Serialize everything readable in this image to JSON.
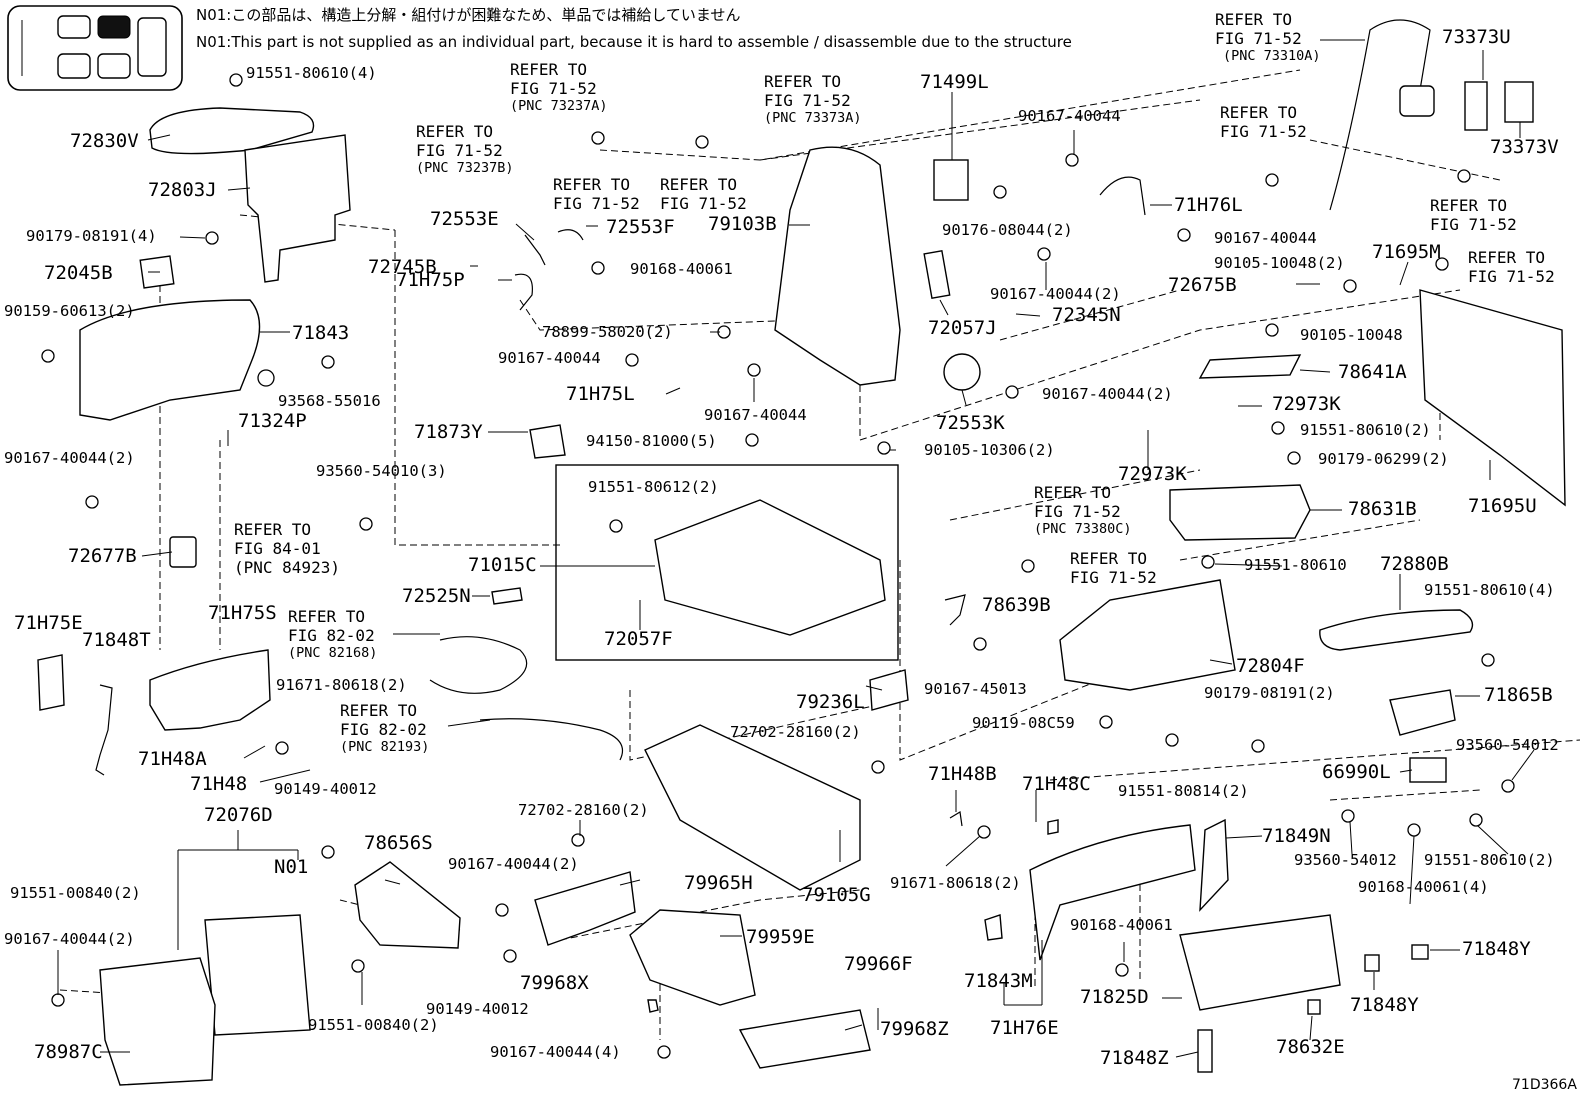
{
  "header": {
    "note_jp": "N01:この部品は、構造上分解・組付けが困難なため、単品では補給していません",
    "note_en": "N01:This part is not supplied as an individual part, because it is hard to assemble / disassemble due to the structure"
  },
  "footer": {
    "figure_code": "71D366A"
  },
  "refs": {
    "r1": [
      "REFER TO",
      "FIG 71-52",
      "(PNC 73310A)"
    ],
    "r2": [
      "REFER TO",
      "FIG 71-52",
      "(PNC 73237A)"
    ],
    "r3": [
      "REFER TO",
      "FIG 71-52",
      "(PNC 73373A)"
    ],
    "r4": [
      "REFER TO",
      "FIG 71-52",
      "(PNC 73237B)"
    ],
    "r5": [
      "REFER TO",
      "FIG 71-52"
    ],
    "r6": [
      "REFER TO",
      "FIG 71-52"
    ],
    "r7": [
      "REFER TO",
      "FIG 71-52"
    ],
    "r8": [
      "REFER TO",
      "FIG 71-52"
    ],
    "r9": [
      "REFER TO",
      "FIG 71-52"
    ],
    "r10": [
      "REFER TO",
      "FIG 84-01",
      "(PNC 84923)"
    ],
    "r11": [
      "REFER TO",
      "FIG 71-52",
      "(PNC 73380C)"
    ],
    "r12": [
      "REFER TO",
      "FIG 71-52"
    ],
    "r13": [
      "REFER TO",
      "FIG 82-02",
      "(PNC 82168)"
    ],
    "r14": [
      "REFER TO",
      "FIG 82-02",
      "(PNC 82193)"
    ]
  },
  "parts": {
    "p91551_80610_4a": "91551-80610(4)",
    "p72830V": "72830V",
    "p72803J": "72803J",
    "p90179_08191_4": "90179-08191(4)",
    "p72045B": "72045B",
    "p90159_60613_2": "90159-60613(2)",
    "p71843": "71843",
    "p93568_55016": "93568-55016",
    "p71324P": "71324P",
    "p90167_40044_2a": "90167-40044(2)",
    "p93560_54010_3": "93560-54010(3)",
    "p72677B": "72677B",
    "p71H75E": "71H75E",
    "p71848T": "71848T",
    "p71H75S": "71H75S",
    "p91671_80618_2a": "91671-80618(2)",
    "p71H48A": "71H48A",
    "p71H48": "71H48",
    "p90149_40012a": "90149-40012",
    "p72076D": "72076D",
    "pN01": "N01",
    "p91551_00840_2a": "91551-00840(2)",
    "p90167_40044_2b": "90167-40044(2)",
    "p78987C": "78987C",
    "p91551_00840_2b": "91551-00840(2)",
    "p78656S": "78656S",
    "p90167_40044_2c": "90167-40044(2)",
    "p90149_40012b": "90149-40012",
    "p79968X": "79968X",
    "p79965H": "79965H",
    "p79959E": "79959E",
    "p90167_40044_4": "90167-40044(4)",
    "p79966F": "79966F",
    "p79968Z": "79968Z",
    "p79105G": "79105G",
    "p72702_28160_2a": "72702-28160(2)",
    "p72702_28160_2b": "72702-28160(2)",
    "p79236L": "79236L",
    "p72553E": "72553E",
    "p72553F": "72553F",
    "p90168_40061a": "90168-40061",
    "p72745B": "72745B",
    "p71H75P": "71H75P",
    "p78899_58020_2": "78899-58020(2)",
    "p90167_40044a": "90167-40044",
    "p71H75L": "71H75L",
    "p90167_40044b": "90167-40044",
    "p71873Y": "71873Y",
    "p94150_81000_5": "94150-81000(5)",
    "p91551_80612_2": "91551-80612(2)",
    "p71015C": "71015C",
    "p72525N": "72525N",
    "p72057F": "72057F",
    "p79103B": "79103B",
    "p71499L": "71499L",
    "p90167_40044c": "90167-40044",
    "p90176_08044_2": "90176-08044(2)",
    "p71H76L": "71H76L",
    "p90167_40044d": "90167-40044",
    "p90167_40044_2d": "90167-40044(2)",
    "p72057J": "72057J",
    "p72345N": "72345N",
    "p72553K": "72553K",
    "p90167_40044_2e": "90167-40044(2)",
    "p90105_10306_2": "90105-10306(2)",
    "p72973K_a": "72973K",
    "p72973K_b": "72973K",
    "p73373U": "73373U",
    "p73373V": "73373V",
    "p71695M": "71695M",
    "p90105_10048_2": "90105-10048(2)",
    "p72675B": "72675B",
    "p90105_10048": "90105-10048",
    "p78641A": "78641A",
    "p91551_80610_2a": "91551-80610(2)",
    "p90179_06299_2": "90179-06299(2)",
    "p78631B": "78631B",
    "p71695U": "71695U",
    "p91551_80610a": "91551-80610",
    "p72880B": "72880B",
    "p91551_80610_4b": "91551-80610(4)",
    "p78639B": "78639B",
    "p90167_45013": "90167-45013",
    "p72804F": "72804F",
    "p90179_08191_2": "90179-08191(2)",
    "p90119_08C59": "90119-08C59",
    "p91551_80814_2": "91551-80814(2)",
    "p71865B": "71865B",
    "p93560_54012a": "93560-54012",
    "p66990L": "66990L",
    "p93560_54012b": "93560-54012",
    "p91551_80610_2b": "91551-80610(2)",
    "p90168_40061_4": "90168-40061(4)",
    "p71H48B": "71H48B",
    "p71H48C": "71H48C",
    "p71849N": "71849N",
    "p91671_80618_2b": "91671-80618(2)",
    "p90168_40061b": "90168-40061",
    "p71843M": "71843M",
    "p71H76E": "71H76E",
    "p71825D": "71825D",
    "p71848Y_a": "71848Y",
    "p71848Y_b": "71848Y",
    "p78632E": "78632E",
    "p71848Z": "71848Z"
  }
}
